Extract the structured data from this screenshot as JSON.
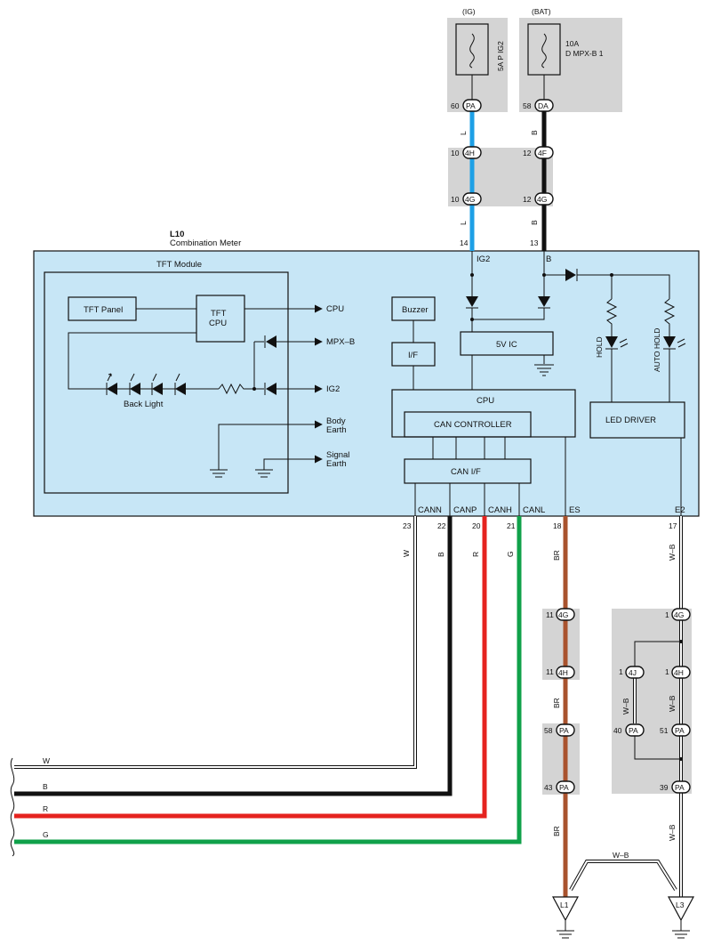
{
  "fuses": [
    {
      "source": "(IG)",
      "rating": "5A P IG2"
    },
    {
      "source": "(BAT)",
      "rating_line1": "10A",
      "rating_line2": "D MPX-B 1"
    }
  ],
  "connectors": {
    "pa60": {
      "pin": "60",
      "id": "PA"
    },
    "da58": {
      "pin": "58",
      "id": "DA"
    },
    "h4_10": {
      "pin": "10",
      "id": "4H"
    },
    "f4_12": {
      "pin": "12",
      "id": "4F"
    },
    "g4_10": {
      "pin": "10",
      "id": "4G"
    },
    "g4_12": {
      "pin": "12",
      "id": "4G"
    },
    "g4_11": {
      "pin": "11",
      "id": "4G"
    },
    "h4_11": {
      "pin": "11",
      "id": "4H"
    },
    "pa58": {
      "pin": "58",
      "id": "PA"
    },
    "pa43": {
      "pin": "43",
      "id": "PA"
    },
    "g4_1": {
      "pin": "1",
      "id": "4G"
    },
    "j4_1": {
      "pin": "1",
      "id": "4J"
    },
    "h4_1": {
      "pin": "1",
      "id": "4H"
    },
    "pa40": {
      "pin": "40",
      "id": "PA"
    },
    "pa51": {
      "pin": "51",
      "id": "PA"
    },
    "pa39": {
      "pin": "39",
      "id": "PA"
    }
  },
  "wire_colors": {
    "L": "L",
    "B": "B",
    "W": "W",
    "R": "R",
    "G": "G",
    "BR": "BR",
    "WB": "W–B"
  },
  "colors": {
    "L": "#1ea0e6",
    "B": "#111111",
    "W": "#ffffff",
    "R": "#e5231f",
    "G": "#10a14a",
    "BR": "#a9532e",
    "panel": "#c7e6f6",
    "connector_block": "#d4d4d4"
  },
  "meter": {
    "id": "L10",
    "name": "Combination Meter",
    "top_pins": {
      "ig2": "14",
      "b": "13"
    },
    "top_labels": {
      "ig2": "IG2",
      "b": "B"
    },
    "bottom_pins": [
      "23",
      "22",
      "20",
      "21",
      "18",
      "17"
    ],
    "bottom_labels": [
      "CANN",
      "CANP",
      "CANH",
      "CANL",
      "ES",
      "E2"
    ]
  },
  "tft": {
    "title": "TFT Module",
    "panel": "TFT Panel",
    "cpu_line1": "TFT",
    "cpu_line2": "CPU",
    "backlight": "Back Light",
    "out_cpu": "CPU",
    "out_mpxb": "MPX–B",
    "out_ig2": "IG2",
    "body_earth_1": "Body",
    "body_earth_2": "Earth",
    "signal_earth_1": "Signal",
    "signal_earth_2": "Earth"
  },
  "blocks": {
    "buzzer": "Buzzer",
    "if": "I/F",
    "ic5v": "5V IC",
    "cpu": "CPU",
    "can_controller": "CAN CONTROLLER",
    "can_if": "CAN I/F",
    "led_driver": "LED DRIVER",
    "hold": "HOLD",
    "auto_hold": "AUTO HOLD"
  },
  "grounds": {
    "l1": "L1",
    "l3": "L3"
  }
}
